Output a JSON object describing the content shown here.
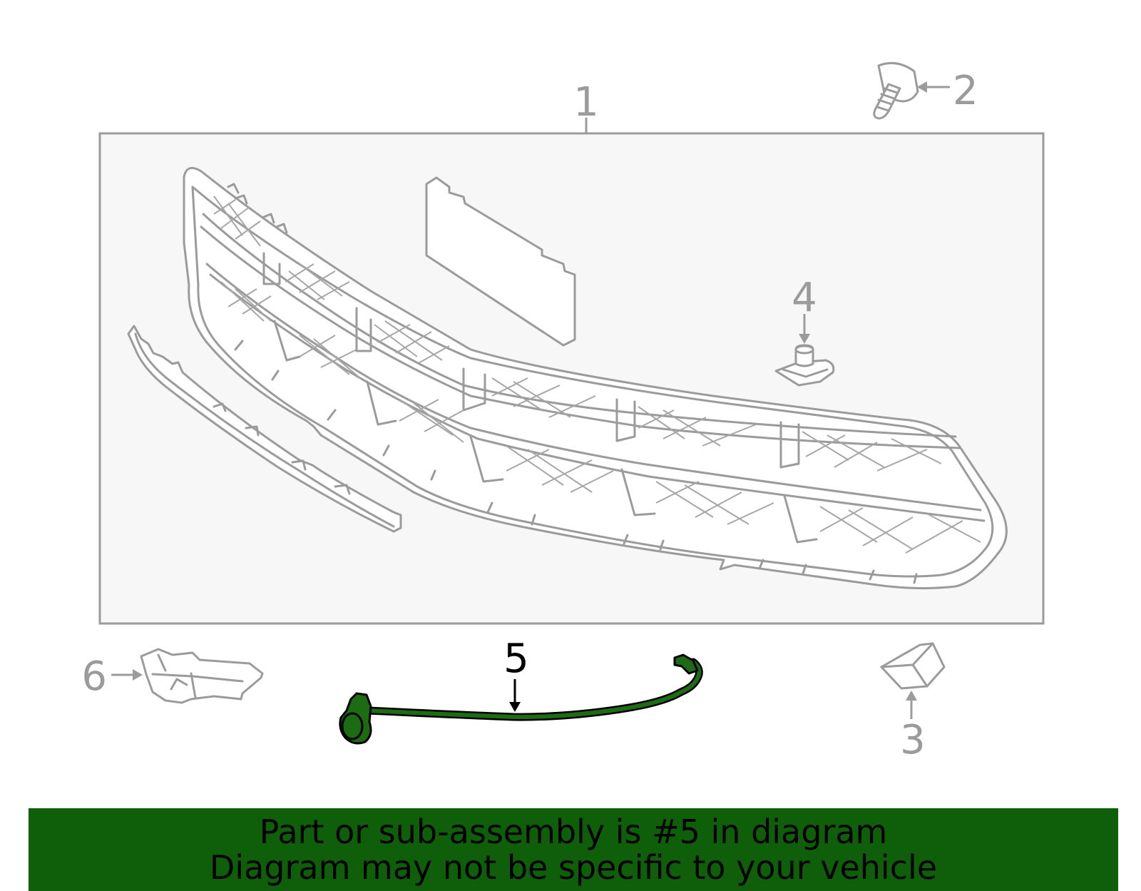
{
  "callouts": {
    "part1": "1",
    "part2": "2",
    "part3": "3",
    "part4": "4",
    "part5": "5",
    "part6": "6"
  },
  "highlighted_part": "5",
  "colors": {
    "outline_grey": "#9b9b9b",
    "panel_bg": "#f7f7f7",
    "highlight_green": "#1d6b12",
    "banner_green": "#0f5e0a"
  },
  "banner": {
    "line1": "Part or sub-assembly is #5 in diagram",
    "line2": "Diagram may not be specific to your vehicle"
  }
}
